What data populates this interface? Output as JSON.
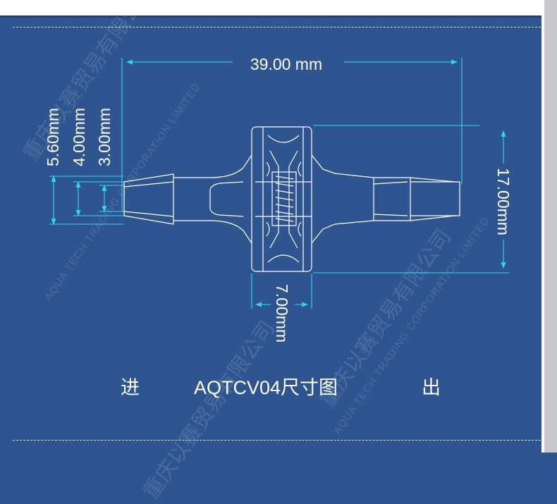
{
  "dimensions": {
    "overall_length": "39.00  mm",
    "outer_diameter": "5.60mm",
    "mid_diameter": "4.00mm",
    "inner_diameter": "3.00mm",
    "body_height": "17.00mm",
    "body_width": "7.00mm"
  },
  "caption": {
    "inlet": "进",
    "title": "AQTCV04尺寸图",
    "outlet": "出"
  },
  "watermark": {
    "company_cn": "重庆以赛贸易有限公司",
    "company_en": "AQUA TECH TRADING CORPORATION LIMITED"
  },
  "colors": {
    "background": "#2f5590",
    "line": "#ffffff",
    "dimension": "#2fd7f0"
  }
}
